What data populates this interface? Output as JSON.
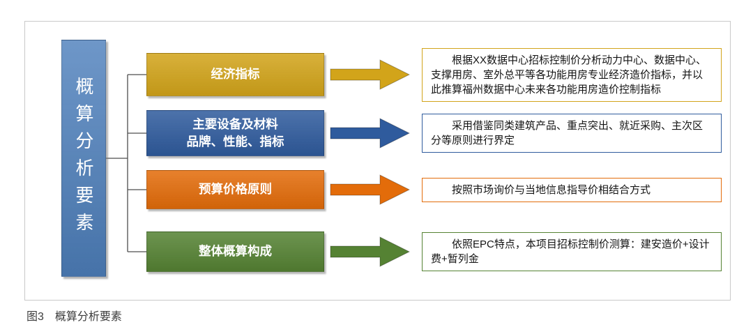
{
  "page": {
    "caption": "图3　概算分析要素"
  },
  "diagram": {
    "root": {
      "label": "概算分析要素",
      "color": "#4e80bc"
    },
    "connector_color": "#4d4d4d",
    "rows": [
      {
        "label": "经济指标",
        "color": "#d2a41a",
        "desc": "根据XX数据中心招标控制价分析动力中心、数据中心、支撑用房、室外总平等各功能用房专业经济造价指标，并以此推算福州数据中心未来各功能用房造价控制指标"
      },
      {
        "label": "主要设备及材料\n品牌、性能、指标",
        "color": "#2f5b9d",
        "desc": "采用借鉴同类建筑产品、重点突出、就近采购、主次区分等原则进行界定"
      },
      {
        "label": "预算价格原则",
        "color": "#e36c0a",
        "desc": "按照市场询价与当地信息指导价相结合方式"
      },
      {
        "label": "整体概算构成",
        "color": "#558233",
        "desc": "依照EPC特点，本项目招标控制价测算：建安造价+设计费+暂列金"
      }
    ]
  }
}
